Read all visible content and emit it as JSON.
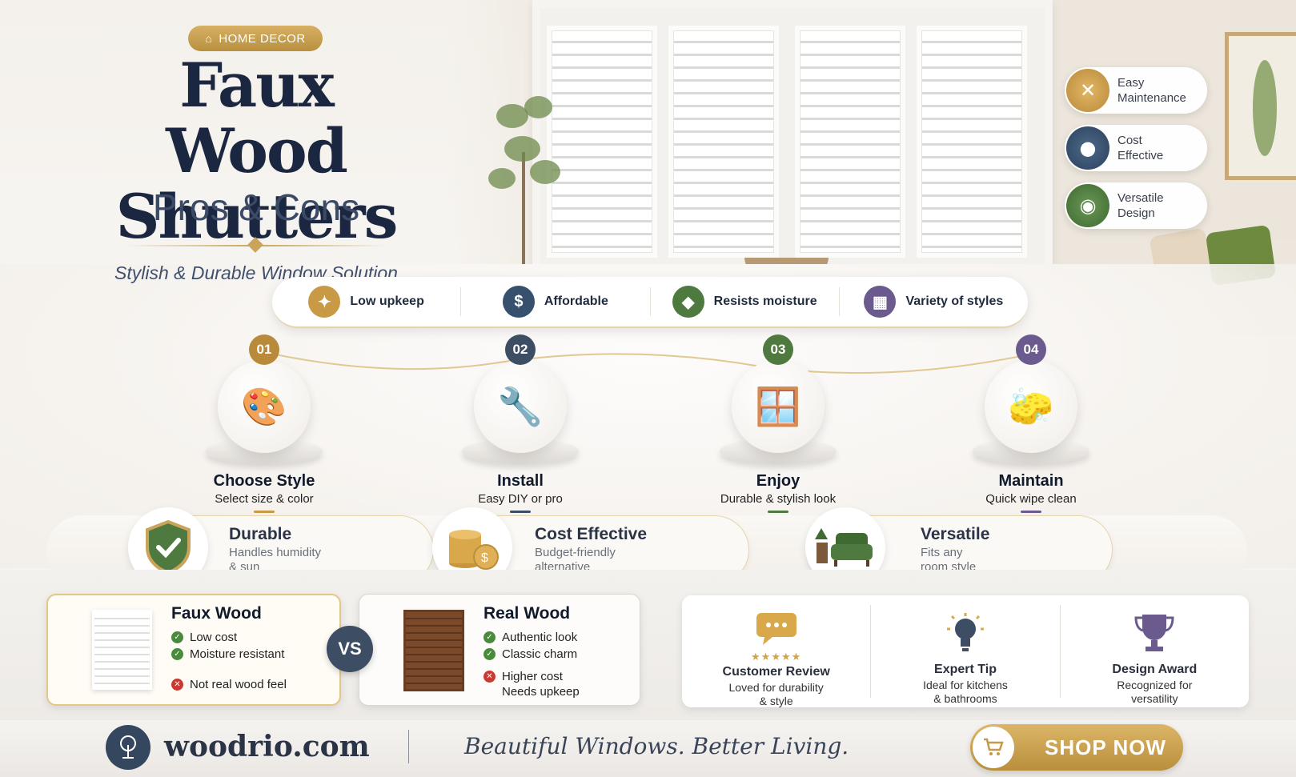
{
  "header": {
    "badge": "HOME DECOR",
    "title_line1": "Faux Wood",
    "title_line2": "Shutters",
    "subtitle": "Pros & Cons",
    "tagline": "Stylish & Durable Window Solution"
  },
  "side_features": [
    {
      "line1": "Easy",
      "line2": "Maintenance",
      "icon": "tools-icon",
      "color": "#c99a45"
    },
    {
      "line1": "Cost",
      "line2": "Effective",
      "icon": "piggy-bank-icon",
      "color": "#36506e"
    },
    {
      "line1": "Versatile",
      "line2": "Design",
      "icon": "palette-icon",
      "color": "#4f7a3f"
    }
  ],
  "benefits": [
    {
      "label": "Low upkeep",
      "icon": "sparkle-brush-icon",
      "color": "#c99a45"
    },
    {
      "label": "Affordable",
      "icon": "dollar-icon",
      "color": "#36506e"
    },
    {
      "label": "Resists moisture",
      "icon": "water-drop-icon",
      "color": "#4f7a3f"
    },
    {
      "label": "Variety of styles",
      "icon": "grid-icon",
      "color": "#6b5a8e"
    }
  ],
  "steps": [
    {
      "num": "01",
      "title": "Choose Style",
      "sub": "Select size & color",
      "icon": "swatch-fan-icon",
      "color": "#b88a3a"
    },
    {
      "num": "02",
      "title": "Install",
      "sub": "Easy DIY or pro",
      "icon": "drill-icon",
      "color": "#3d4d63"
    },
    {
      "num": "03",
      "title": "Enjoy",
      "sub": "Durable & stylish look",
      "icon": "window-icon",
      "color": "#4f7a3f"
    },
    {
      "num": "04",
      "title": "Maintain",
      "sub": "Quick wipe clean",
      "icon": "cleaning-cloth-icon",
      "color": "#6b5a8e"
    }
  ],
  "pros": [
    {
      "title": "Durable",
      "sub1": "Handles humidity",
      "sub2": "& sun",
      "icon": "shield-check-icon"
    },
    {
      "title": "Cost Effective",
      "sub1": "Budget-friendly",
      "sub2": "alternative",
      "icon": "coin-stack-icon"
    },
    {
      "title": "Versatile",
      "sub1": "Fits any",
      "sub2": "room style",
      "icon": "armchair-icon"
    }
  ],
  "compare": {
    "faux": {
      "title": "Faux Wood",
      "pros": [
        "Low cost",
        "Moisture resistant"
      ],
      "cons": [
        "Not real wood feel"
      ]
    },
    "vs": "VS",
    "real": {
      "title": "Real Wood",
      "pros": [
        "Authentic look",
        "Classic charm"
      ],
      "cons": [
        "Higher cost",
        "Needs upkeep"
      ]
    }
  },
  "info": [
    {
      "title": "Customer Review",
      "sub1": "Loved for durability",
      "sub2": "& style",
      "icon": "chat-bubble-icon",
      "stars": "★★★★★"
    },
    {
      "title": "Expert Tip",
      "sub1": "Ideal for kitchens",
      "sub2": "& bathrooms",
      "icon": "lightbulb-icon"
    },
    {
      "title": "Design Award",
      "sub1": "Recognized for",
      "sub2": "versatility",
      "icon": "trophy-icon"
    }
  ],
  "footer": {
    "brand": "woodrio.com",
    "slogan": "Beautiful Windows. Better Living.",
    "cta": "SHOP NOW"
  }
}
